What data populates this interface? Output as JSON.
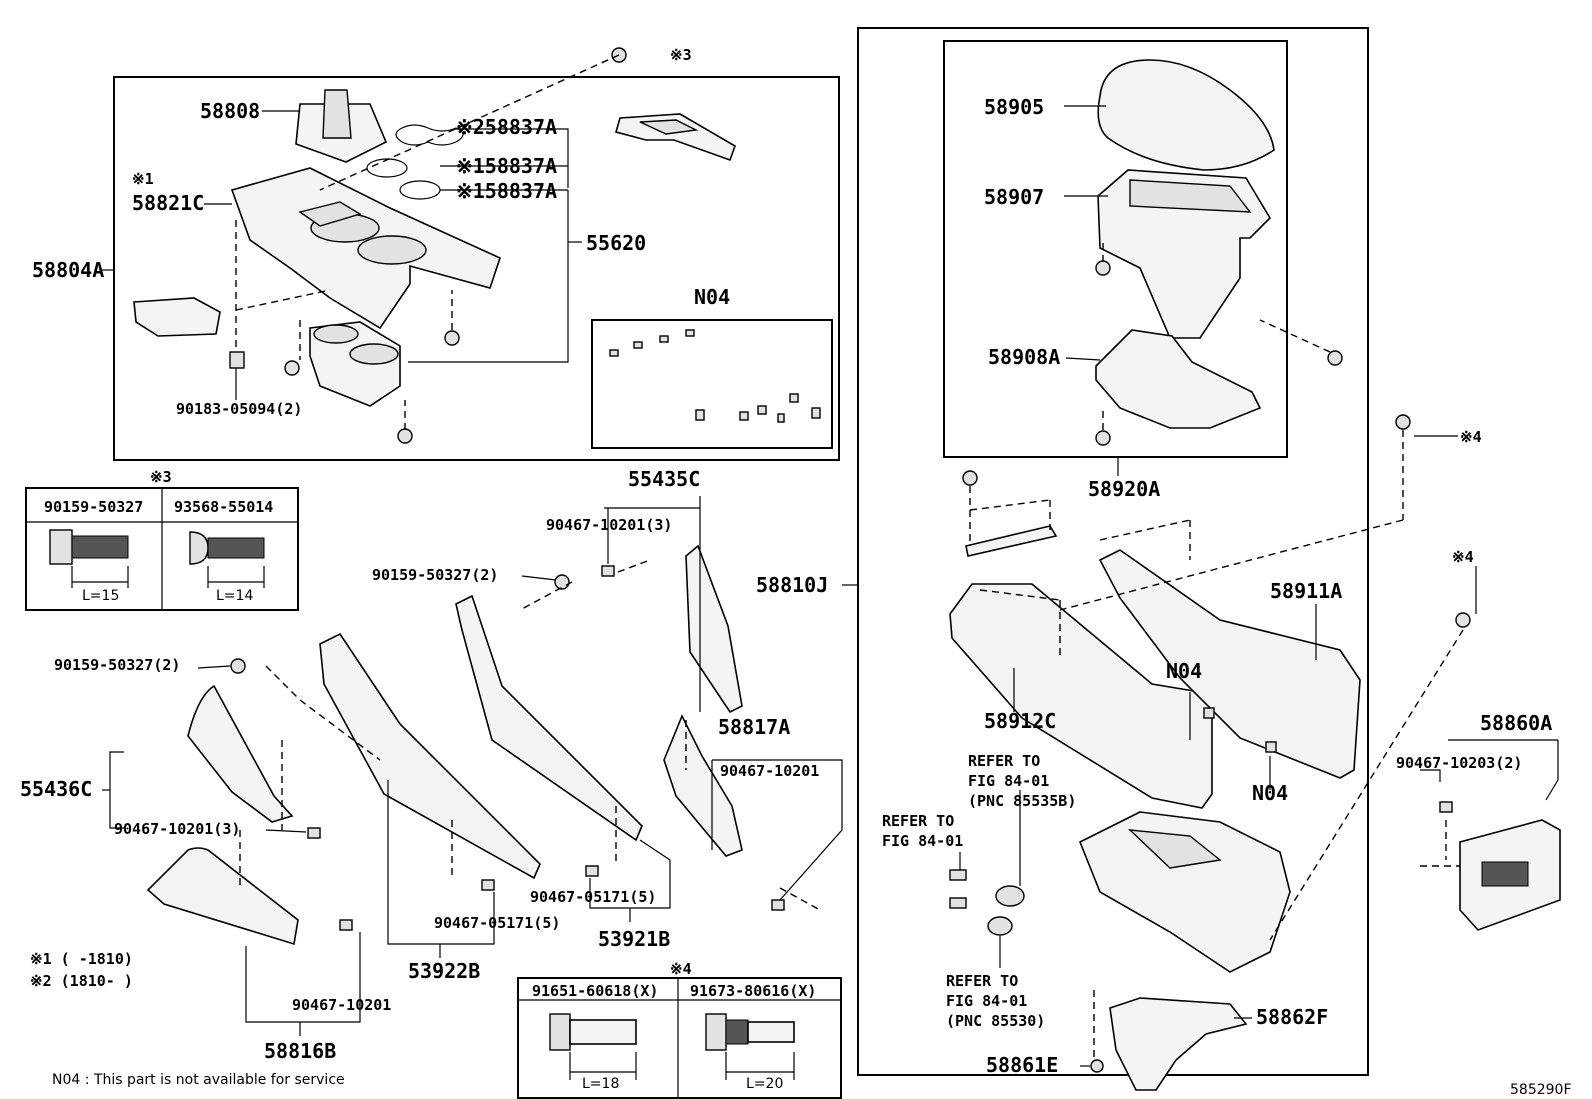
{
  "labels": {
    "p58808": "58808",
    "p58837A_2": "※258837A",
    "p58837A_1a": "※158837A",
    "p58837A_1b": "※158837A",
    "p58821C_note": "※1",
    "p58821C": "58821C",
    "p58804A": "58804A",
    "p55620": "55620",
    "p90183": "90183-05094(2)",
    "n04_top": "N04",
    "note3_top": "※3",
    "note3_table": "※3",
    "p55435C": "55435C",
    "p90467_10201_3a": "90467-10201(3)",
    "p90159_a": "90159-50327(2)",
    "p90159_b": "90159-50327(2)",
    "p55436C": "55436C",
    "p90467_10201_3b": "90467-10201(3)",
    "p58817A": "58817A",
    "p90467_10201_a": "90467-10201",
    "p90467_05171_a": "90467-05171(5)",
    "p90467_05171_b": "90467-05171(5)",
    "p53921B": "53921B",
    "p53922B": "53922B",
    "p90467_10201_b": "90467-10201",
    "p58816B": "58816B",
    "p58810J": "58810J",
    "p58905": "58905",
    "p58907": "58907",
    "p58908A": "58908A",
    "p58920A": "58920A",
    "note4_a": "※4",
    "note4_b": "※4",
    "note4_table": "※4",
    "p58911A": "58911A",
    "n04_mid": "N04",
    "n04_low": "N04",
    "p58912C": "58912C",
    "p58860A": "58860A",
    "p90467_10203": "90467-10203(2)",
    "refer1_l1": "REFER TO",
    "refer1_l2": "FIG 84-01",
    "refer1_l3": "(PNC 85535B)",
    "refer2_l1": "REFER TO",
    "refer2_l2": "FIG 84-01",
    "refer3_l1": "REFER TO",
    "refer3_l2": "FIG 84-01",
    "refer3_l3": "(PNC 85530)",
    "p58862F": "58862F",
    "p58861E": "58861E",
    "footnote1": "※1 (      -1810)",
    "footnote2": "※2 (1810-      )",
    "n04_legend": "N04 : This part is not available for service",
    "figure_code": "585290F"
  },
  "table3": {
    "col1": "90159-50327",
    "col2": "93568-55014",
    "len1": "L=15",
    "len2": "L=14"
  },
  "table4": {
    "col1": "91651-60618(X)",
    "col2": "91673-80616(X)",
    "len1": "L=18",
    "len2": "L=20"
  }
}
